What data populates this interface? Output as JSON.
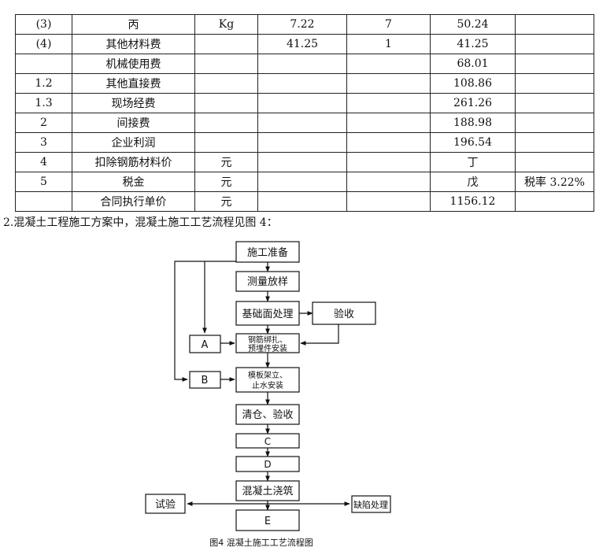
{
  "table": {
    "rows": [
      {
        "no": "(3)",
        "name": "丙",
        "unit": "Kg",
        "price": "7.22",
        "qty": "7",
        "amount": "50.24",
        "note": ""
      },
      {
        "no": "(4)",
        "name": "其他材料费",
        "unit": "",
        "price": "41.25",
        "qty": "1",
        "amount": "41.25",
        "note": ""
      },
      {
        "no": "",
        "name": "机械使用费",
        "unit": "",
        "price": "",
        "qty": "",
        "amount": "68.01",
        "note": ""
      },
      {
        "no": "1.2",
        "name": "其他直接费",
        "unit": "",
        "price": "",
        "qty": "",
        "amount": "108.86",
        "note": ""
      },
      {
        "no": "1.3",
        "name": "现场经费",
        "unit": "",
        "price": "",
        "qty": "",
        "amount": "261.26",
        "note": ""
      },
      {
        "no": "2",
        "name": "间接费",
        "unit": "",
        "price": "",
        "qty": "",
        "amount": "188.98",
        "note": ""
      },
      {
        "no": "3",
        "name": "企业利润",
        "unit": "",
        "price": "",
        "qty": "",
        "amount": "196.54",
        "note": ""
      },
      {
        "no": "4",
        "name": "扣除钢筋材料价",
        "unit": "元",
        "price": "",
        "qty": "",
        "amount": "丁",
        "note": ""
      },
      {
        "no": "5",
        "name": "税金",
        "unit": "元",
        "price": "",
        "qty": "",
        "amount": "戊",
        "note": "税率 3.22%"
      },
      {
        "no": "",
        "name": "合同执行单价",
        "unit": "元",
        "price": "",
        "qty": "",
        "amount": "1156.12",
        "note": ""
      }
    ]
  },
  "section_text": "2.混凝土工程施工方案中，混凝土施工工艺流程见图 4：",
  "flowchart": {
    "prep": "施工准备",
    "survey": "测量放样",
    "foundation": "基础面处理",
    "acceptance": "验收",
    "rebar_line1": "钢筋绑扎、",
    "rebar_line2": "预埋件安装",
    "formwork_line1": "模板架立、",
    "formwork_line2": "止水安装",
    "clean": "清仓、验收",
    "a": "A",
    "b": "B",
    "c": "C",
    "d": "D",
    "pour": "混凝土浇筑",
    "test": "试验",
    "defect": "缺陷处理",
    "e": "E",
    "caption": "图4  混凝土施工工艺流程图"
  }
}
